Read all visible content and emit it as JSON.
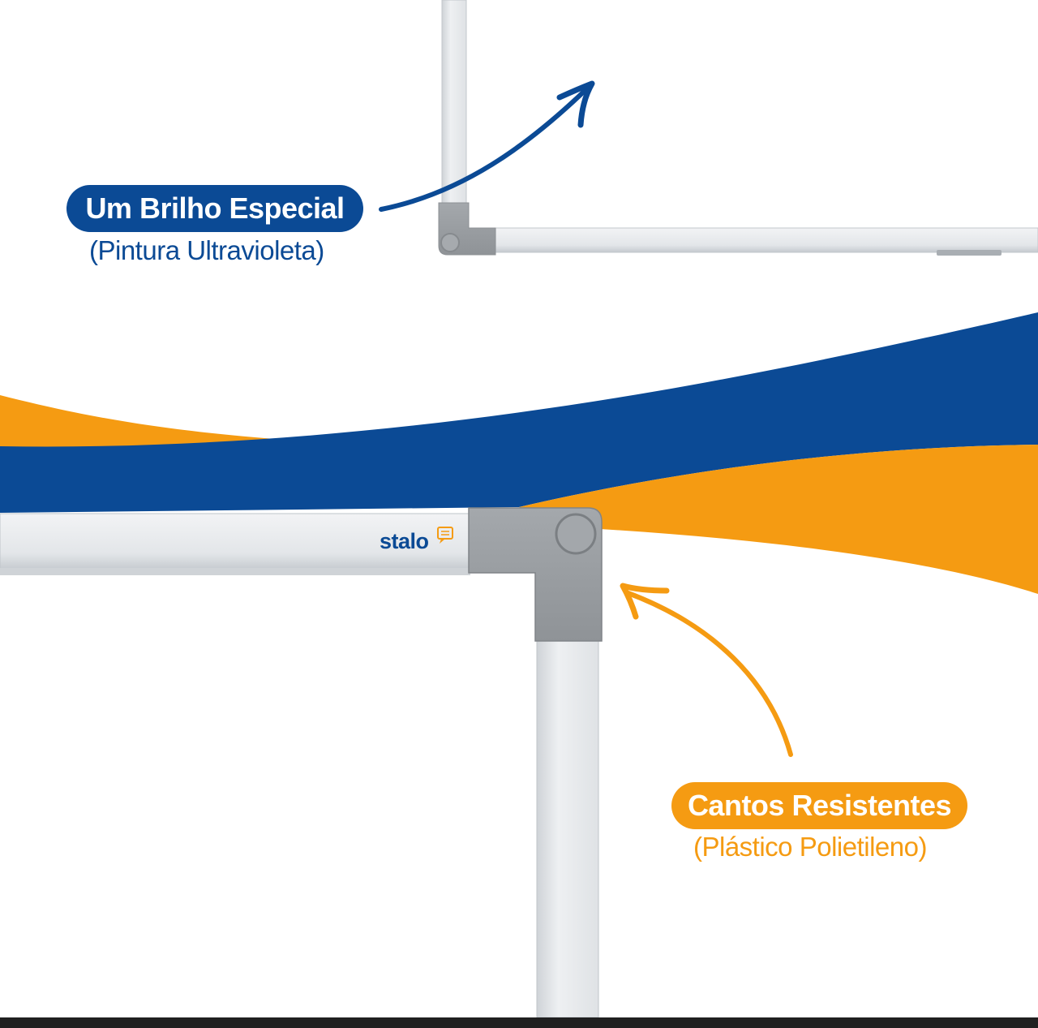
{
  "colors": {
    "blue": "#0b4a95",
    "orange": "#f59b12",
    "frame_light": "#e6e9ec",
    "frame_shade": "#c9ced3",
    "corner": "#9fa3a7",
    "corner_dark": "#8e9296"
  },
  "callout_top": {
    "title": "Um Brilho Especial",
    "subtitle": "(Pintura Ultravioleta)",
    "color": "#0b4a95"
  },
  "callout_bottom": {
    "title": "Cantos Resistentes",
    "subtitle": "(Plástico Polietileno)",
    "color": "#f59b12"
  },
  "brand": {
    "name": "stalo",
    "logo_icon": "speech-bubble-icon"
  }
}
